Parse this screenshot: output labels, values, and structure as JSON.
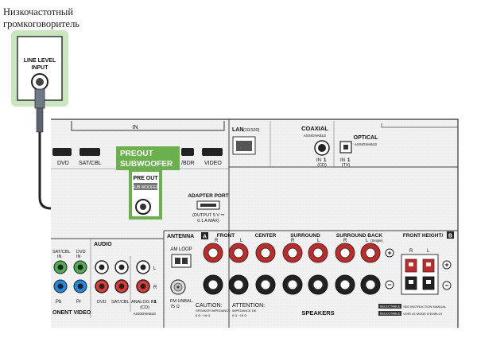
{
  "caption": {
    "line1": "Низкочастотный",
    "line2": "громкоговоритель"
  },
  "subwoofer": {
    "input_line1": "LINE LEVEL",
    "input_line2": "INPUT"
  },
  "callout": {
    "line1": "PREOUT",
    "line2": "SUBWOOFER",
    "color": "#6ab04c"
  },
  "receiver": {
    "in_label": "IN",
    "hdmi_labels": [
      "DVD",
      "SAT/CBL",
      "/BDR",
      "VIDEO"
    ],
    "preout": {
      "title": "PRE OUT",
      "sub": "SUB WOOFER"
    },
    "lan": {
      "label": "LAN",
      "sub": "(10/100)"
    },
    "coaxial": {
      "title": "COAXIAL",
      "sub": "ASSIGNABLE",
      "in_label": "IN",
      "num": "1",
      "src": "(CD)"
    },
    "optical": {
      "title": "OPTICAL",
      "sub": "ASSIGNABLE",
      "in_label": "IN",
      "num": "1",
      "src": "(TV)"
    },
    "adapter": {
      "title": "ADAPTER PORT",
      "note1": "(OUTPUT 5 V ⎓",
      "note2": "0.1 A MAX)"
    },
    "antenna": {
      "title": "ANTENNA",
      "am": "AM LOOP",
      "fm1": "FM UNBAL.",
      "fm2": "75 Ω"
    },
    "component": {
      "in1": "SAT/CBL",
      "in1b": "IN",
      "in2": "DVD",
      "in2b": "IN",
      "pb": "Pb",
      "pr": "Pr",
      "label": "ONENT VIDEO"
    },
    "audio": {
      "title": "AUDIO",
      "labels": [
        "DVD",
        "SAT/CBL"
      ],
      "analog1": "ANALOG IN",
      "analog_num": "1",
      "analog2": "(CD)",
      "assignable": "ASSIGNABLE",
      "l": "L",
      "r": "R"
    },
    "speakers": {
      "a": "A",
      "b": "B",
      "front": "FRONT",
      "center": "CENTER",
      "surround": "SURROUND",
      "surround_back": "SURROUND BACK",
      "single": "(Single)",
      "front_height": "FRONT HEIGHT/",
      "r": "R",
      "l": "L",
      "label": "SPEAKERS",
      "caution": "CAUTION:",
      "caution_sub1": "SPEAKER IMPEDANCE",
      "caution_sub2": "6 Ω ~16 Ω",
      "attention": "ATTENTION:",
      "attention_sub1": "IMPÉDANCE DE",
      "attention_sub2": "6 Ω ~16 Ω",
      "selectable1": "SELECTABLE",
      "selectable1b": "SEE INSTRUCTION MANUAL",
      "selectable2": "SELECTABLE",
      "selectable2b": "VOIR LE MODE D'EMPLOI",
      "plus": "+",
      "minus": "−"
    }
  }
}
